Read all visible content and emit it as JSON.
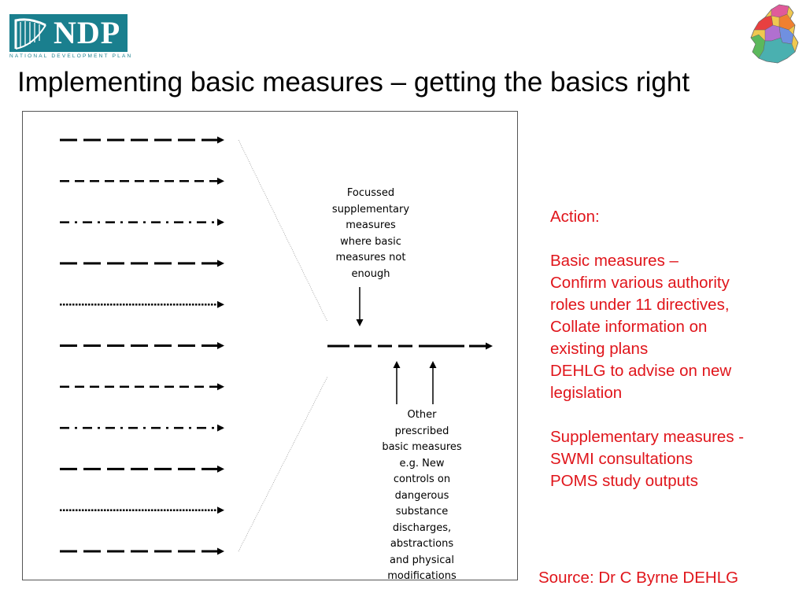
{
  "logo": {
    "name": "NDP",
    "subtitle": "NATIONAL DEVELOPMENT PLAN"
  },
  "title": "Implementing basic measures  – getting the basics right",
  "diagram": {
    "lines": [
      "long-dash",
      "short-dash",
      "dash-dot",
      "long-dash",
      "dotted",
      "long-dash",
      "short-dash",
      "dash-dot",
      "long-dash",
      "dotted",
      "long-dash"
    ],
    "note_top": [
      "Focussed",
      "supplementary",
      "measures",
      "where basic",
      "measures not",
      "enough"
    ],
    "note_bottom": [
      "Other",
      "prescribed",
      "basic measures",
      "e.g. New",
      "controls on",
      "dangerous",
      "substance",
      "discharges,",
      "abstractions",
      "and physical",
      "modifications"
    ]
  },
  "action": {
    "lines": [
      "Action:",
      "",
      "Basic measures –",
      "Confirm various authority",
      "roles under 11 directives,",
      "Collate information on",
      "existing plans",
      "DEHLG to advise on new",
      "legislation",
      "",
      "Supplementary measures -",
      "SWMI consultations",
      "POMS study outputs"
    ]
  },
  "source": "Source: Dr C Byrne DEHLG",
  "colors": {
    "accent": "#e0151b",
    "logo_teal": "#1a7f8e"
  }
}
